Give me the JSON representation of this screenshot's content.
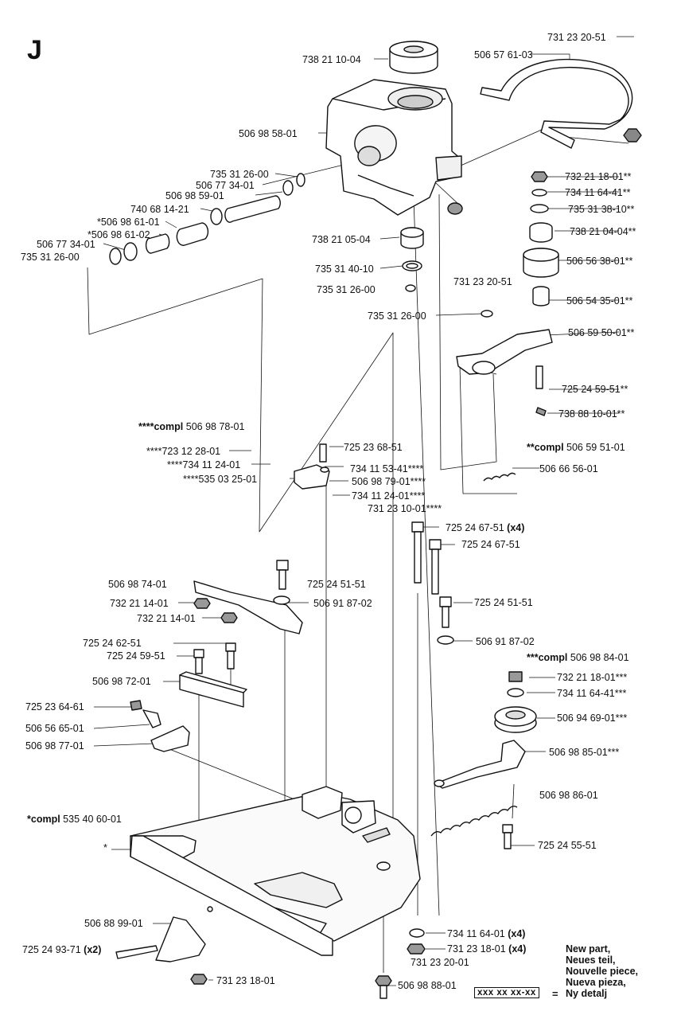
{
  "section": "J",
  "labels": [
    "731 23 20-51",
    "506 57 61-03",
    "738 21 10-04",
    "506 98 58-01",
    "735 31 26-00",
    "506 77 34-01",
    "506 98 59-01",
    "740 68 14-21",
    "*506 98 61-01",
    "*506 98 61-02",
    "506 77 34-01",
    "735 31 26-00",
    "738 21 05-04",
    "735 31 40-10",
    "735 31 26-00",
    "731 23 20-51",
    "735 31 26-00",
    "732 21 18-01**",
    "734 11 64-41**",
    "735 31 38-10**",
    "738 21 04-04**",
    "506 56 38-01**",
    "506 54 35-01**",
    "506 59 50-01**",
    "725 24 59-51**",
    "738 88 10-01**",
    "506 59 51-01",
    "506 66 56-01",
    "506 98 78-01",
    "725 23 68-51",
    "****723 12 28-01",
    "****734 11 24-01",
    "734 11 53-41****",
    "****535 03 25-01",
    "506 98 79-01****",
    "734 11 24-01****",
    "731 23 10-01****",
    "725 24 67-51",
    "725 24 67-51",
    "506 98 74-01",
    "725 24 51-51",
    "732 21 14-01",
    "506 91 87-02",
    "732 21 14-01",
    "725 24 51-51",
    "725 24 62-51",
    "725 24 59-51",
    "506 91 87-02",
    "506 98 84-01",
    "506 98 72-01",
    "732 21 18-01***",
    "734 11 64-41***",
    "725 23 64-61",
    "506 94 69-01***",
    "506 56 65-01",
    "506 98 77-01",
    "506 98 85-01***",
    "506 98 86-01",
    "535 40 60-01",
    "*",
    "725 24 55-51",
    "506 88 99-01",
    "734 11 64-01",
    "725 24 93-71",
    "731 23 18-01",
    "731 23 20-01",
    "731 23 18-01",
    "506 98 88-01"
  ],
  "qualifiers": {
    "compl_4": "****compl",
    "compl_2": "**compl",
    "compl_3": "***compl",
    "compl_1": "*compl",
    "x4": "(x4)",
    "x2": "(x2)"
  },
  "legend": {
    "lines": [
      "New part,",
      "Neues teil,",
      "Nouvelle piece,",
      "Nueva pieza,",
      "Ny detalj"
    ],
    "box": "xxx xx xx-xx",
    "eq": "="
  }
}
